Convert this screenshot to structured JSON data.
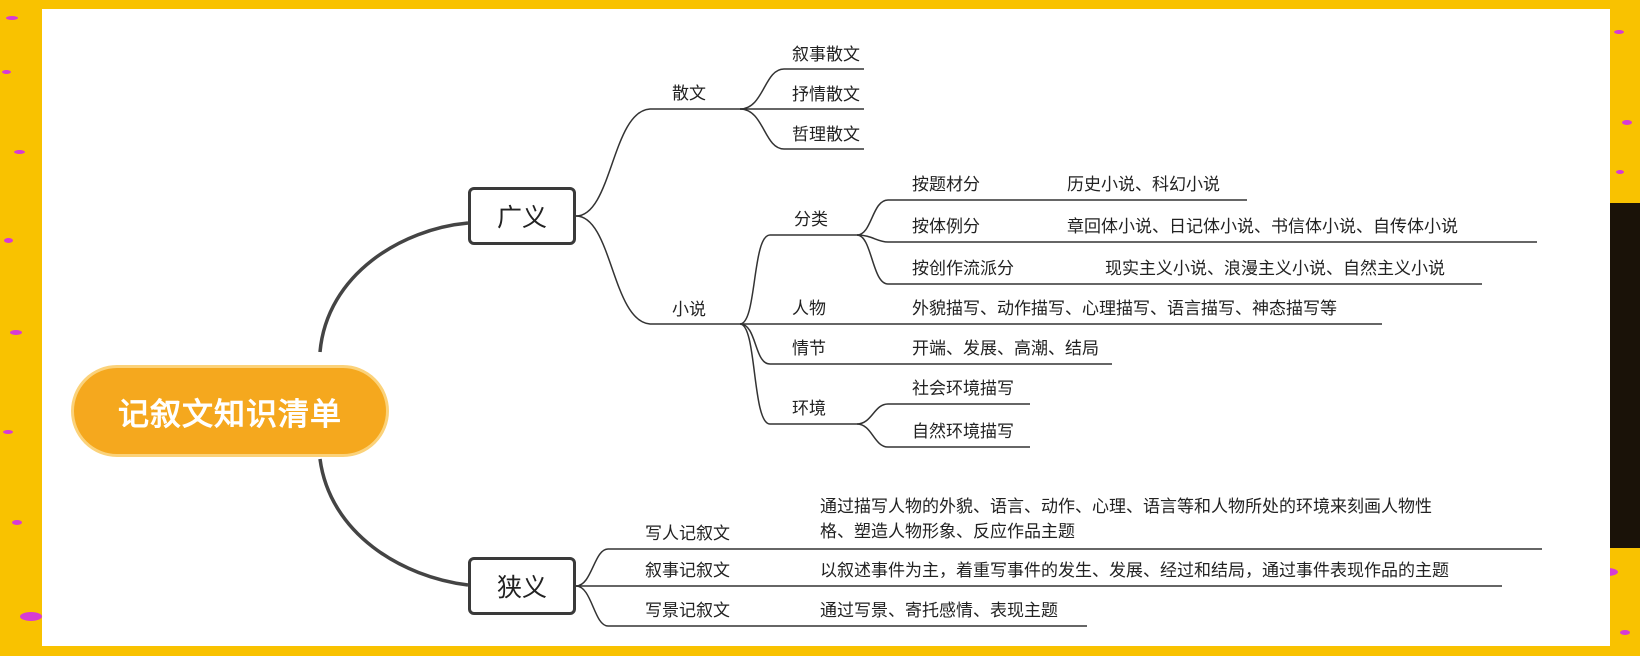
{
  "root": "记叙文知识清单",
  "broad": {
    "label": "广义",
    "prose": {
      "label": "散文",
      "types": [
        "叙事散文",
        "抒情散文",
        "哲理散文"
      ]
    },
    "novel": {
      "label": "小说",
      "classify": {
        "label": "分类",
        "items": [
          {
            "label": "按题材分",
            "value": "历史小说、科幻小说"
          },
          {
            "label": "按体例分",
            "value": "章回体小说、日记体小说、书信体小说、自传体小说"
          },
          {
            "label": "按创作流派分",
            "value": "现实主义小说、浪漫主义小说、自然主义小说"
          }
        ]
      },
      "character": {
        "label": "人物",
        "value": "外貌描写、动作描写、心理描写、语言描写、神态描写等"
      },
      "plot": {
        "label": "情节",
        "value": "开端、发展、高潮、结局"
      },
      "environment": {
        "label": "环境",
        "items": [
          "社会环境描写",
          "自然环境描写"
        ]
      }
    }
  },
  "narrow": {
    "label": "狭义",
    "items": [
      {
        "label": "写人记叙文",
        "value_line1": "通过描写人物的外貌、语言、动作、心理、语言等和人物所处的环境来刻画人物性",
        "value_line2": "格、塑造人物形象、反应作品主题"
      },
      {
        "label": "叙事记叙文",
        "value": "以叙述事件为主，着重写事件的发生、发展、经过和结局，通过事件表现作品的主题"
      },
      {
        "label": "写景记叙文",
        "value": "通过写景、寄托感情、表现主题"
      }
    ]
  },
  "colors": {
    "background": "#f9c200",
    "root_fill": "#f5a81e",
    "dots": "#d63bd6"
  }
}
